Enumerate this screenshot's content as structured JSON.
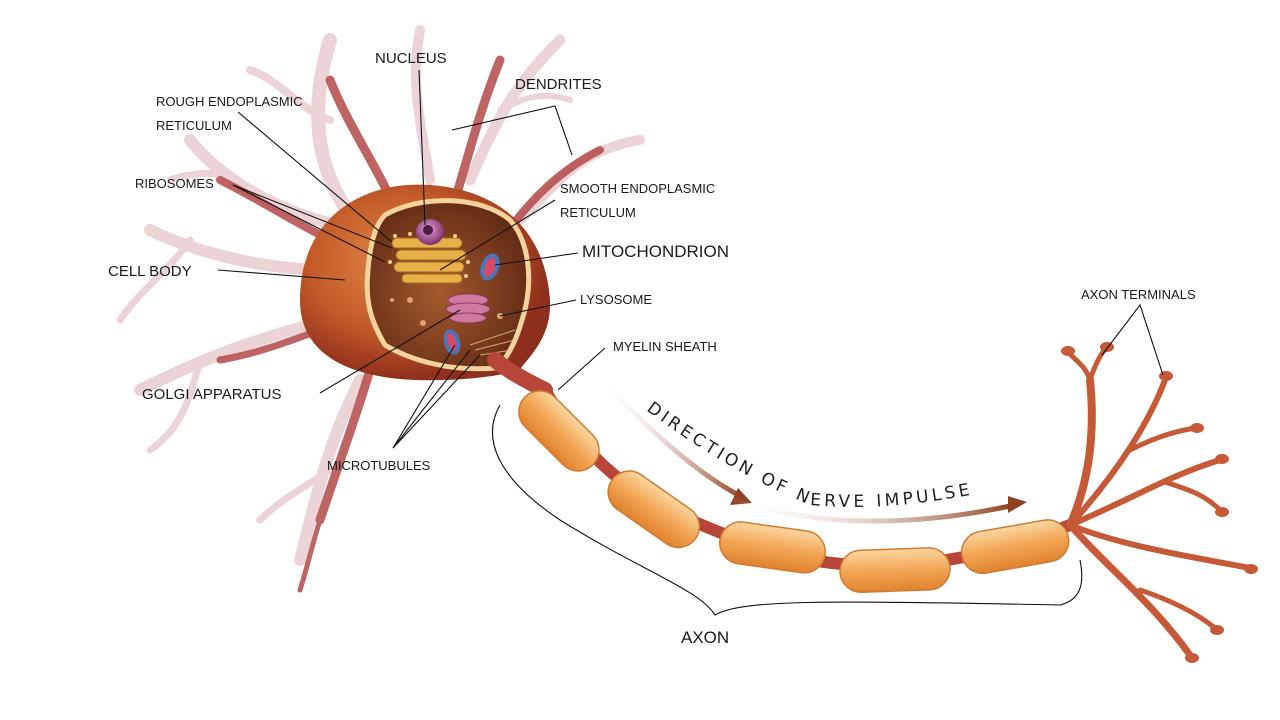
{
  "labels": {
    "nucleus": "NUCLEUS",
    "dendrites": "DENDRITES",
    "rough_er_line1": "ROUGH ENDOPLASMIC",
    "rough_er_line2": "RETICULUM",
    "ribosomes": "RIBOSOMES",
    "smooth_er_line1": "SMOOTH ENDOPLASMIC",
    "smooth_er_line2": "RETICULUM",
    "mitochondrion": "MITOCHONDRION",
    "cell_body": "CELL BODY",
    "lysosome": "LYSOSOME",
    "myelin_sheath": "MYELIN SHEATH",
    "golgi_apparatus": "GOLGI APPARATUS",
    "microtubules": "MICROTUBULES",
    "axon_terminals": "AXON TERMINALS",
    "axon": "AXON",
    "impulse_direction": "DIRECTION OF NERVE IMPULSE"
  },
  "colors": {
    "background": "#ffffff",
    "dendrite_faint": "#e8c9cc",
    "dendrite_dark": "#a83a3e",
    "cell_body": "#c4602c",
    "cell_interior": "#7a3c1c",
    "myelin": "#f3a85a",
    "axon_terminal": "#c8603a",
    "arrow": "#9a4a22",
    "leader_line": "#111111"
  }
}
